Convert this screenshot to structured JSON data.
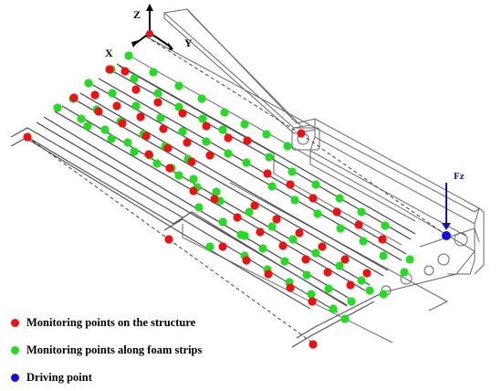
{
  "axes": {
    "z": "Z",
    "x": "X",
    "y": "Y"
  },
  "force_label": "Fz",
  "legend": [
    {
      "label": "Monitoring points on the structure",
      "color": "#ee1111"
    },
    {
      "label": "Monitoring points along foam strips",
      "color": "#22dd22"
    },
    {
      "label": "Driving point",
      "color": "#1111dd"
    }
  ],
  "colors": {
    "structure_point": "#ee1111",
    "foam_point": "#22dd22",
    "driving_point": "#1111dd",
    "line": "#555555",
    "force_arrow": "#0b1a9e"
  }
}
